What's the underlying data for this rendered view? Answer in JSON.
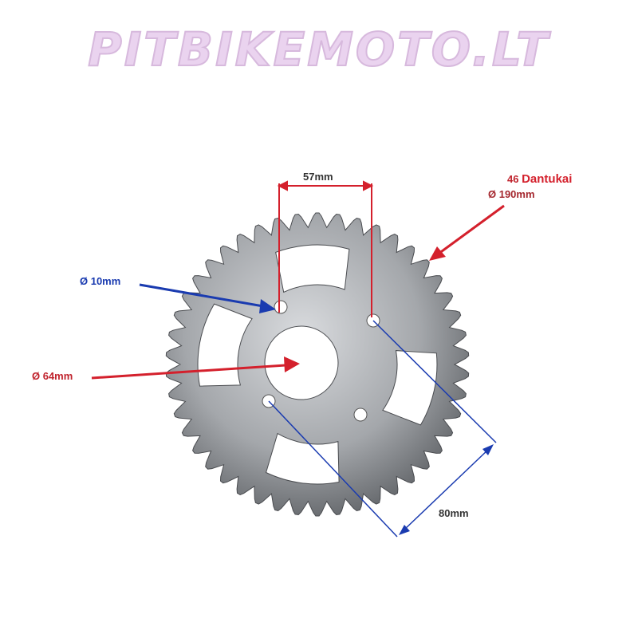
{
  "logo": {
    "text": "PITBIKEMOTO.LT"
  },
  "labels": {
    "bolt_spacing": "57mm",
    "teeth_count": "46",
    "teeth_word": "Dantukai",
    "outer_diameter": "Ø 190mm",
    "bolt_hole": "Ø 10mm",
    "center_hole": "Ø 64mm",
    "diagonal_spacing": "80mm"
  },
  "sprocket": {
    "teeth": 46
  },
  "colors": {
    "red": "#c0232d",
    "blue": "#1a3bb0",
    "steel": "#8a8d92"
  }
}
